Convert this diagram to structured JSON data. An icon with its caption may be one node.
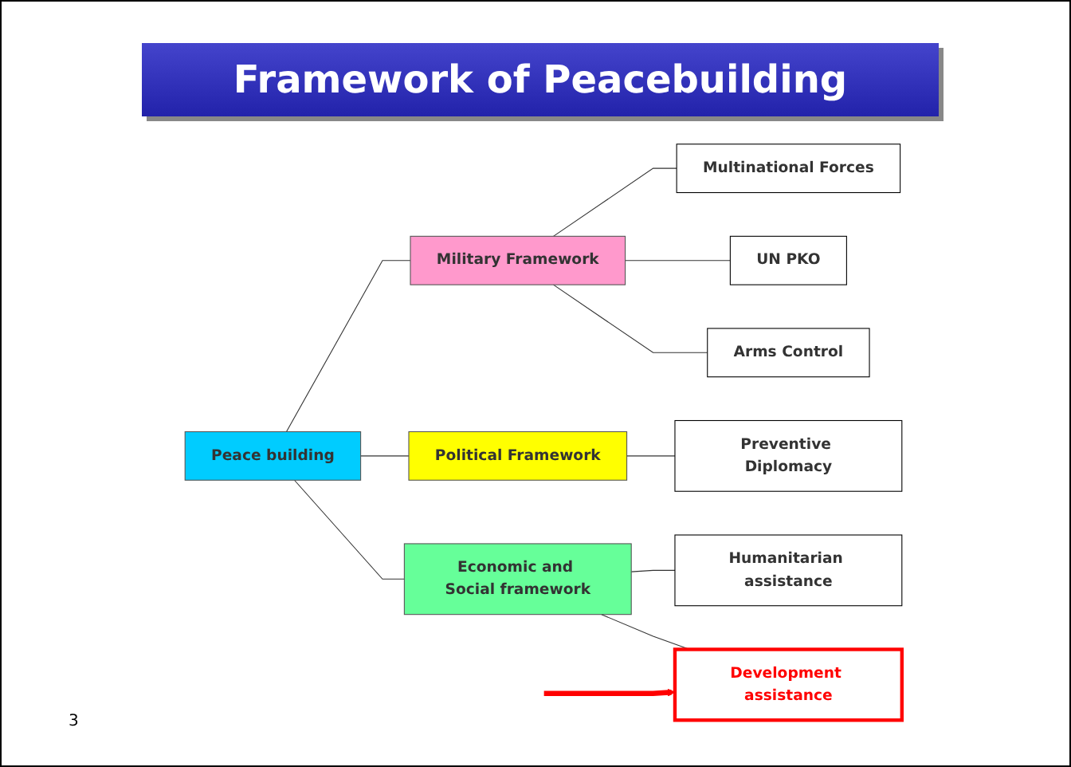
{
  "diagram": {
    "title": "Framework of Peacebuilding",
    "nodes": [
      {
        "text": [
          "Peace building"
        ]
      },
      {
        "text": [
          "Military Framework"
        ]
      },
      {
        "text": [
          "Political Framework"
        ]
      },
      {
        "text": [
          "Economic and Social framework"
        ]
      },
      {
        "text": [
          "Multinational Forces"
        ]
      },
      {
        "text": [
          "UN PKO"
        ]
      },
      {
        "text": [
          "Preventive Diplomacy"
        ]
      },
      {
        "text": [
          "Arms Control"
        ]
      },
      {
        "text": [
          "Humanitarian assistance"
        ]
      },
      {
        "text": [
          "Development assistance"
        ]
      }
    ],
    "edges": [
      {
        "from": 0,
        "to": 1,
        "arrow": "none"
      },
      {
        "from": 0,
        "to": 2,
        "arrow": "none"
      },
      {
        "from": 0,
        "to": 3,
        "arrow": "none"
      },
      {
        "from": 1,
        "to": 4,
        "arrow": "none"
      },
      {
        "from": 1,
        "to": 5,
        "arrow": "none"
      },
      {
        "from": 1,
        "to": 7,
        "arrow": "none"
      },
      {
        "from": 2,
        "to": 6,
        "arrow": "none"
      },
      {
        "from": 3,
        "to": 8,
        "arrow": "none"
      },
      {
        "from": 3,
        "to": 9,
        "arrow": "none"
      },
      {
        "from": null,
        "to": 9,
        "arrow": "to",
        "style": "thick",
        "color": "#ff0000"
      }
    ],
    "labels": [
      "3"
    ]
  }
}
